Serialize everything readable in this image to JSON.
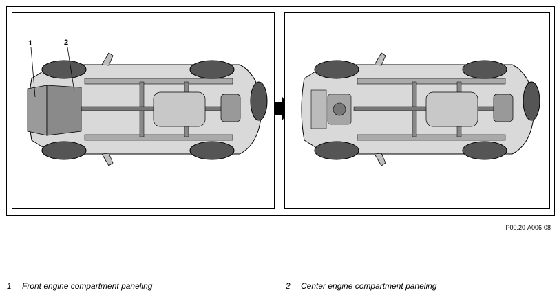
{
  "diagram": {
    "callouts": [
      {
        "number": "1"
      },
      {
        "number": "2"
      }
    ],
    "reference_code": "P00.20-A006-08",
    "legend": [
      {
        "number": "1",
        "text": "Front engine compartment paneling"
      },
      {
        "number": "2",
        "text": "Center engine compartment paneling"
      }
    ],
    "colors": {
      "line": "#000000",
      "panel_fill": "#9a9a9a",
      "body": "#d9d9d9"
    }
  }
}
